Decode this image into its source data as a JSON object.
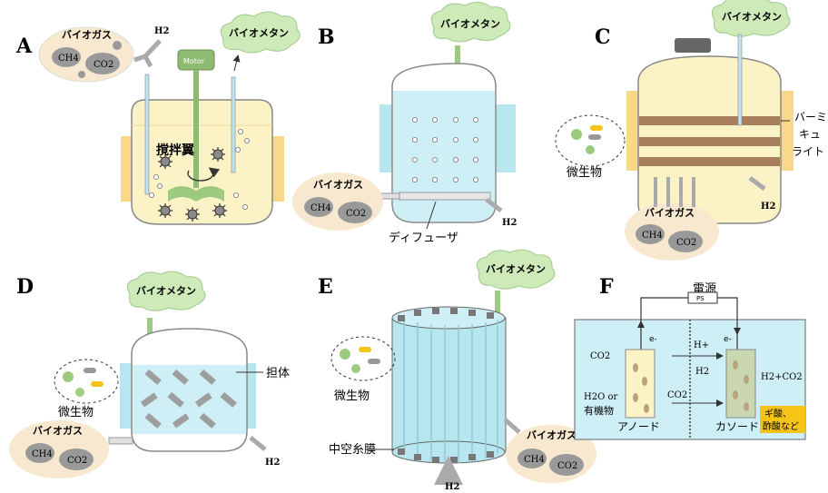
{
  "panels": {
    "A": {
      "letter": "A",
      "biogas": "バイオガス",
      "ch4": "CH4",
      "co2": "CO2",
      "h2": "H2",
      "methane": "バイオメタン",
      "motor": "Motor",
      "stirrer": "撹拌翼"
    },
    "B": {
      "letter": "B",
      "biogas": "バイオガス",
      "ch4": "CH4",
      "co2": "CO2",
      "h2": "H2",
      "methane": "バイオメタン",
      "diffuser": "ディフューザ"
    },
    "C": {
      "letter": "C",
      "biogas": "バイオガス",
      "ch4": "CH4",
      "co2": "CO2",
      "h2": "H2",
      "methane": "バイオメタン",
      "microbes": "微生物",
      "vermiculite": "バーミキュライト"
    },
    "D": {
      "letter": "D",
      "biogas": "バイオガス",
      "ch4": "CH4",
      "co2": "CO2",
      "h2": "H2",
      "methane": "バイオメタン",
      "microbes": "微生物",
      "carrier": "担体"
    },
    "E": {
      "letter": "E",
      "biogas": "バイオガス",
      "ch4": "CH4",
      "co2": "CO2",
      "h2": "H2",
      "methane": "バイオメタン",
      "microbes": "微生物",
      "hollow_fiber": "中空糸膜"
    },
    "F": {
      "letter": "F",
      "power": "電源",
      "ps": "PS",
      "e_minus": "e-",
      "h_plus": "H+",
      "co2": "CO2",
      "h2": "H2",
      "h2_co2": "H2+CO2",
      "h2o_or": "H2O or",
      "organic": "有機物",
      "anode": "アノード",
      "cathode": "カソード",
      "formic": "ギ酸、",
      "acetic": "酢酸など"
    }
  },
  "colors": {
    "cloud": "#cdeab8",
    "biogas_bg": "#f7e8cf",
    "gas_ball": "#8c8c8c",
    "liquid_yellow": "#fbf2c6",
    "jacket_yellow": "#f8d98a",
    "liquid_blue": "#cfeff7",
    "jacket_blue": "#b8e6ef",
    "motor_green": "#8dbb72",
    "vermiculite": "#a77f5c",
    "carrier": "#9e9e9e",
    "product_label": "#f6c418"
  }
}
